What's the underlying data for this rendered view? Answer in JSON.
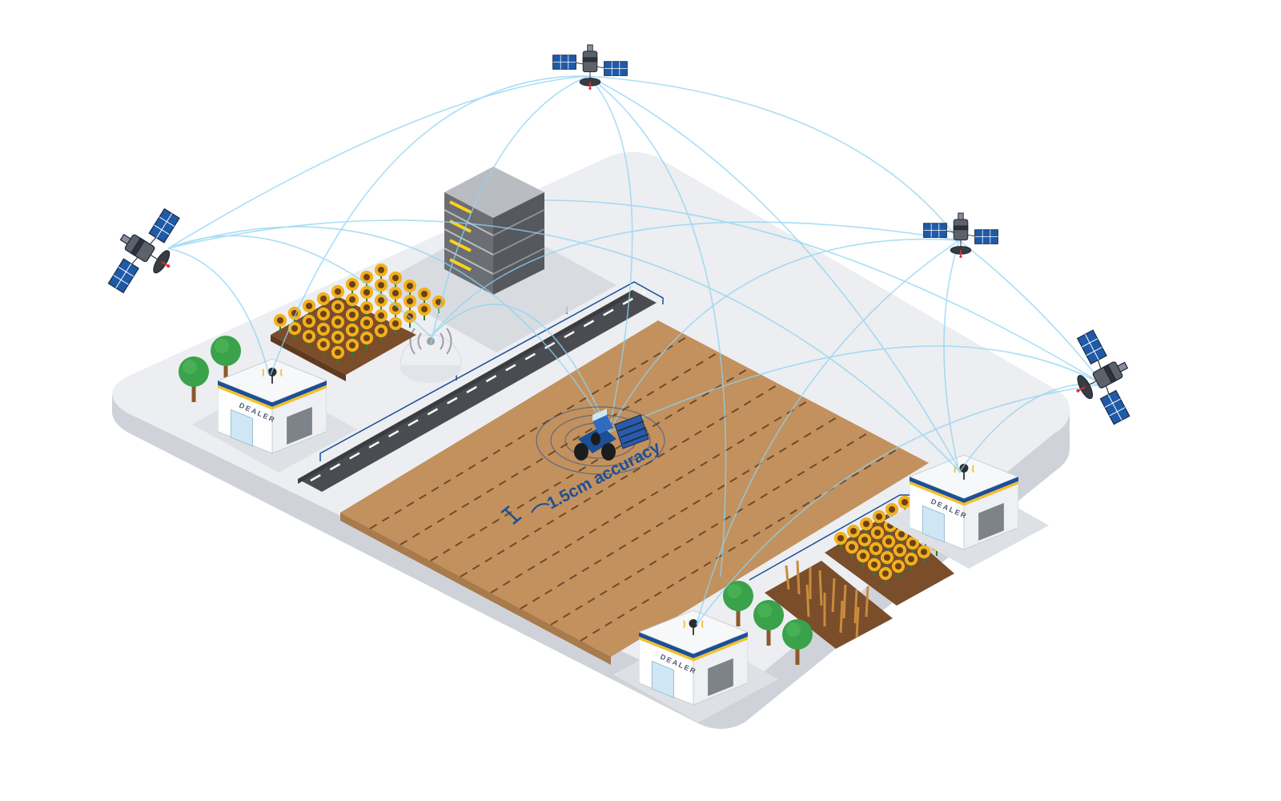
{
  "labels": {
    "accuracy": "1.5cm accuracy",
    "dealer_left": "DEALER",
    "dealer_right": "DEALER",
    "dealer_bottom": "DEALER"
  },
  "colors": {
    "platform_top": "#eceef1",
    "platform_side": "#cfd3d9",
    "field": "#c2915e",
    "field_row": "#6f4a2a",
    "road": "#4a4c51",
    "server": "#6b6e73",
    "server_accent": "#ffd21a",
    "signal": "#8fd3f2",
    "satellite_panel": "#1f5aa8",
    "accent_blue": "#1d4f97",
    "dealer_stripe": "#f2c12e",
    "tree": "#3aa24a",
    "sunflower": "#f2b01e"
  },
  "icons": {
    "satellites": [
      "satellite-icon",
      "satellite-icon",
      "satellite-icon",
      "satellite-icon"
    ],
    "server": "server-stack-icon",
    "base_station": "radio-antenna-icon",
    "tractor": "tractor-icon",
    "dealer": "dealer-building-icon",
    "tree": "tree-icon",
    "crop": "sunflower-icon",
    "wheat": "wheat-icon"
  }
}
